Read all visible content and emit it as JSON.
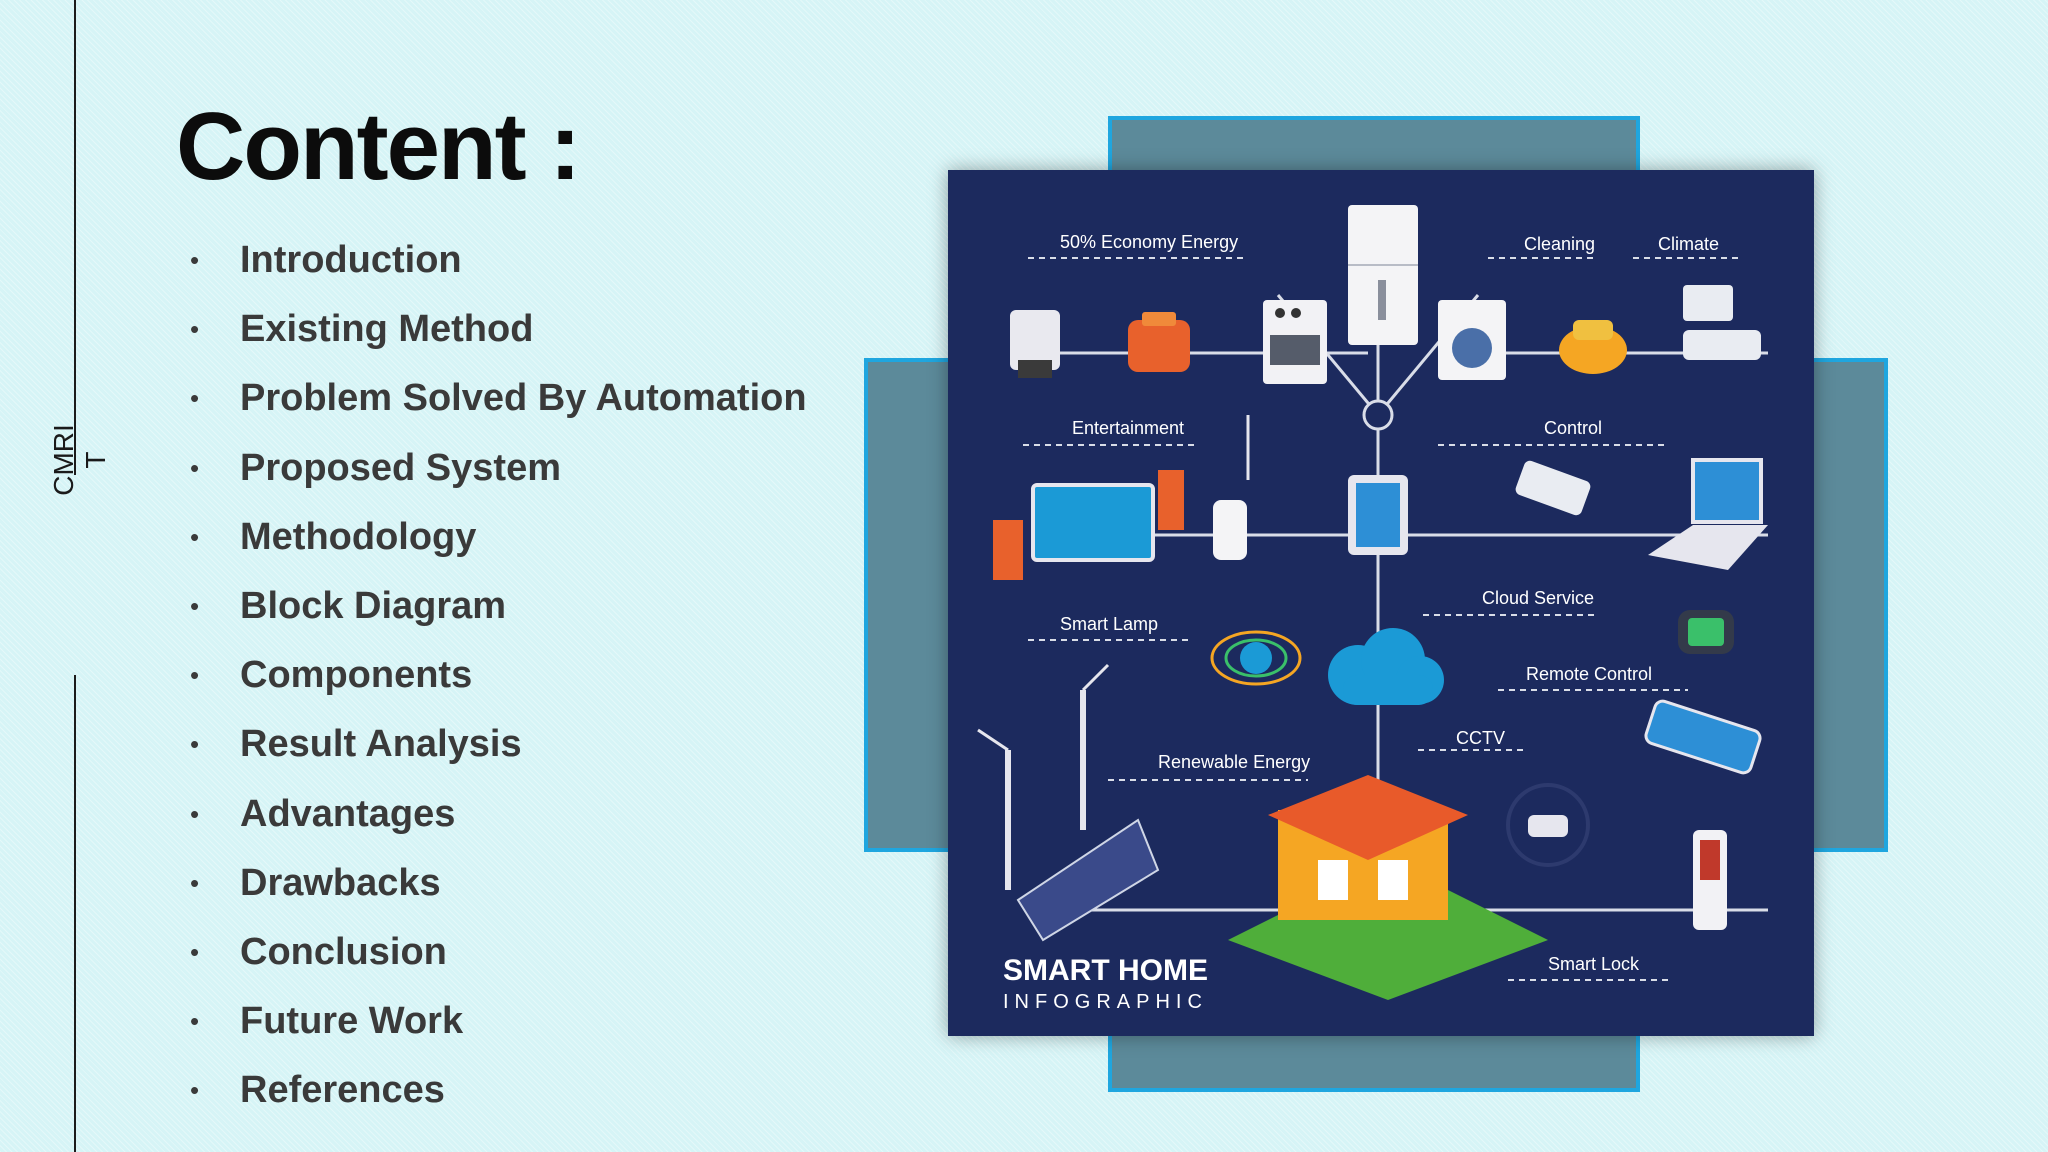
{
  "side_label": {
    "line1": "CMRI",
    "line2": "T"
  },
  "title": "Content :",
  "items": [
    {
      "bullet": "•",
      "label": "Introduction"
    },
    {
      "bullet": "•",
      "label": "Existing Method"
    },
    {
      "bullet": "•",
      "label": "Problem Solved By Automation"
    },
    {
      "bullet": "•",
      "label": "Proposed System"
    },
    {
      "bullet": "•",
      "label": "Methodology"
    },
    {
      "bullet": "•",
      "label": "Block Diagram"
    },
    {
      "bullet": "•",
      "label": "Components"
    },
    {
      "bullet": "•",
      "label": "Result Analysis"
    },
    {
      "bullet": "•",
      "label": "Advantages"
    },
    {
      "bullet": "•",
      "label": "Drawbacks"
    },
    {
      "bullet": "•",
      "label": "Conclusion"
    },
    {
      "bullet": "•",
      "label": "Future Work"
    },
    {
      "bullet": "•",
      "label": "References"
    }
  ],
  "infographic": {
    "title": "SMART HOME",
    "subtitle": "INFOGRAPHIC",
    "labels": {
      "economy": "50% Economy Energy",
      "cleaning": "Cleaning",
      "climate": "Climate",
      "entertainment": "Entertainment",
      "control": "Control",
      "smart_lamp": "Smart Lamp",
      "cloud": "Cloud Service",
      "remote": "Remote Control",
      "renewable": "Renewable Energy",
      "cctv": "CCTV",
      "smart_lock": "Smart Lock"
    },
    "colors": {
      "panel": "#1c2a5e",
      "frame": "#1fa6df",
      "accent": "#f5a623"
    }
  }
}
